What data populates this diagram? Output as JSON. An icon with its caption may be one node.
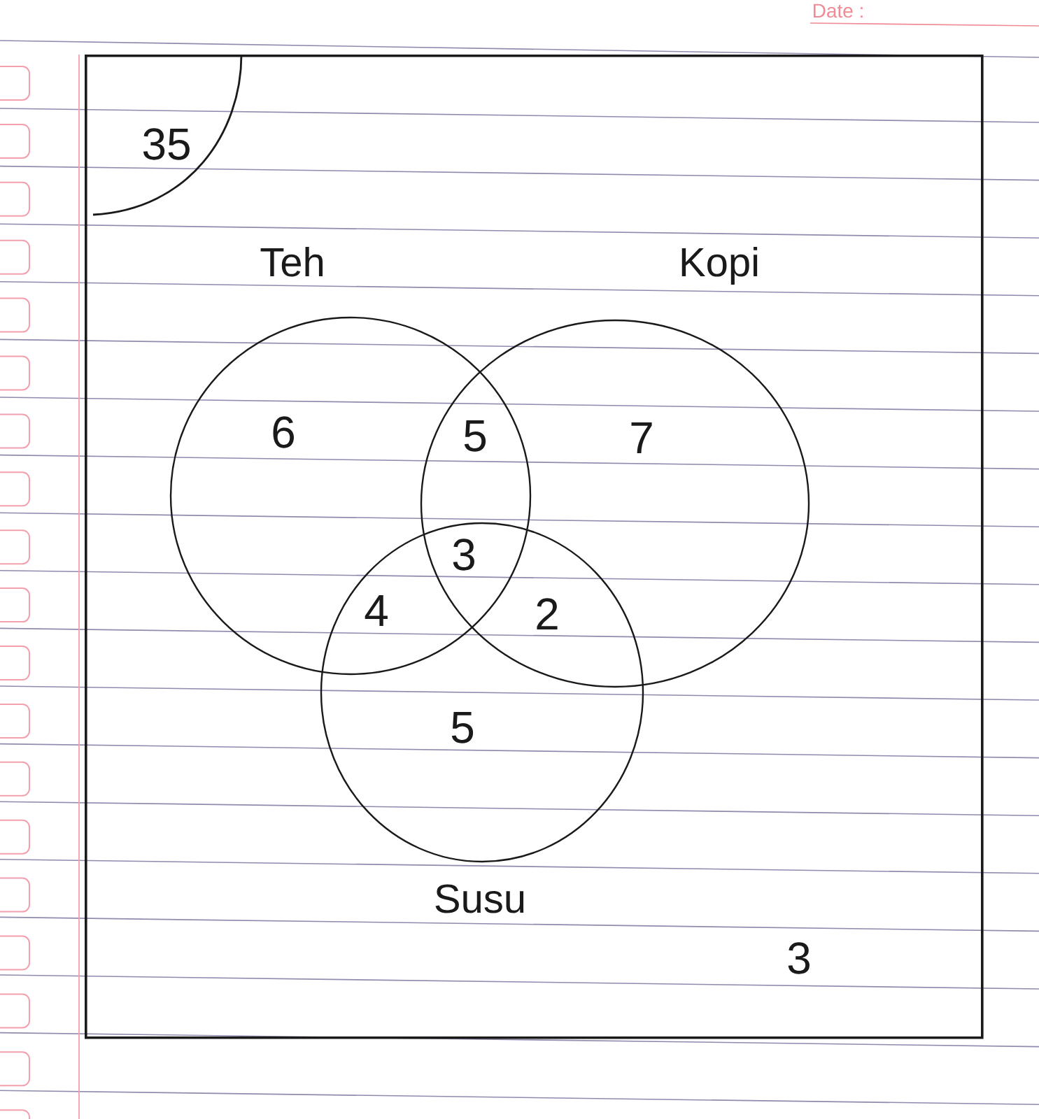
{
  "diagram": {
    "nodes": [
      {
        "text": [],
        "shape": "box"
      },
      {
        "text": [
          "35"
        ],
        "in": 0
      },
      {
        "text": [
          "Teh"
        ],
        "in": 0
      },
      {
        "text": [
          "Kopi"
        ],
        "in": 0
      },
      {
        "text": [
          "Susu"
        ],
        "in": 0
      }
    ],
    "labels": [
      "Date :",
      "6",
      "5",
      "7",
      "3",
      "4",
      "2",
      "5",
      "3"
    ]
  }
}
